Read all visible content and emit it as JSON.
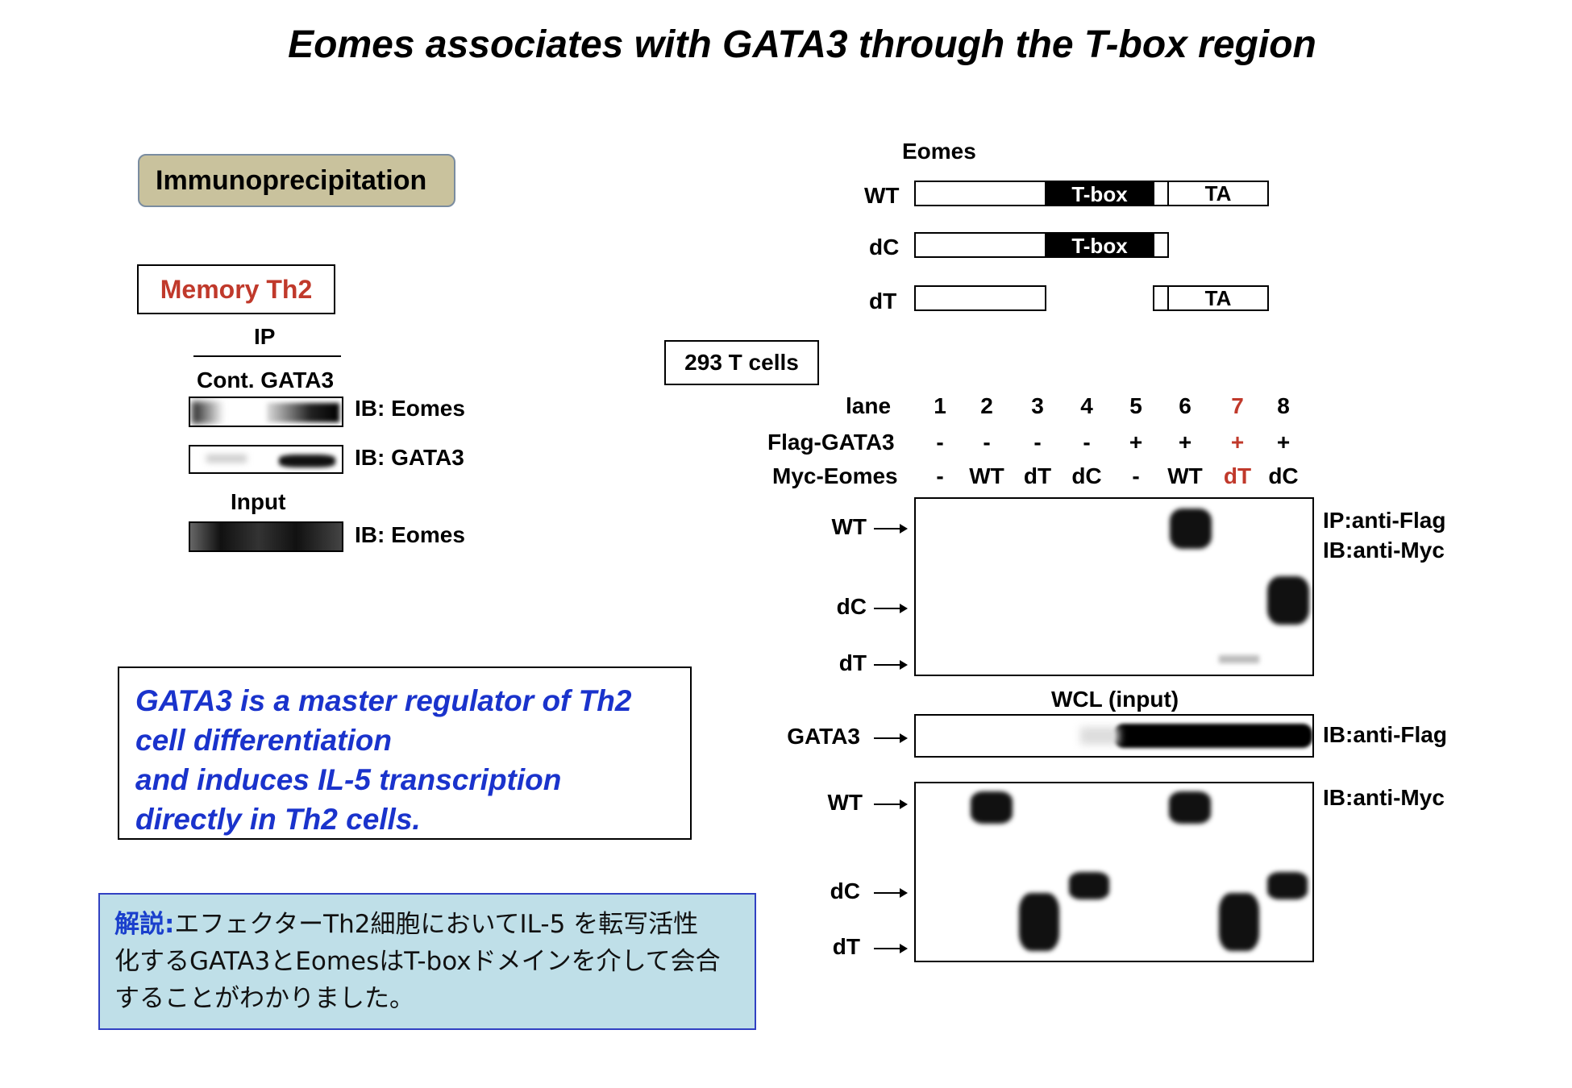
{
  "title": "Eomes associates with GATA3 through the T-box region",
  "left_panel": {
    "header": "Immunoprecipitation",
    "cell_label": "Memory Th2",
    "ip_label": "IP",
    "columns": "Cont. GATA3",
    "ib_eomes": "IB: Eomes",
    "ib_gata3": "IB: GATA3",
    "input_label": "Input",
    "ib_eomes_input": "IB: Eomes"
  },
  "summary_text": {
    "line1": "GATA3 is a master regulator of Th2",
    "line2": "cell differentiation",
    "line3": "and induces IL-5 transcription",
    "line4": "directly in Th2 cells."
  },
  "explanation": {
    "head": "解説:",
    "line1": "エフェクターTh2細胞においてIL-5 を転写活性",
    "line2": "化するGATA3とEomesはT-boxドメインを介して会合",
    "line3": "することがわかりました。"
  },
  "construct": {
    "title": "Eomes",
    "rows": [
      "WT",
      "dC",
      "dT"
    ],
    "tbox": "T-box",
    "ta": "TA"
  },
  "cells_label": "293 T cells",
  "lanes": {
    "label": "lane",
    "numbers": [
      "1",
      "2",
      "3",
      "4",
      "5",
      "6",
      "7",
      "8"
    ],
    "flag_label": "Flag-GATA3",
    "flag": [
      "-",
      "-",
      "-",
      "-",
      "+",
      "+",
      "+",
      "+"
    ],
    "myc_label": "Myc-Eomes",
    "myc": [
      "-",
      "WT",
      "dT",
      "dC",
      "-",
      "WT",
      "dT",
      "dC"
    ],
    "highlight_color": "#c0392b"
  },
  "blots": {
    "ip_markers": [
      "WT",
      "dC",
      "dT"
    ],
    "ip_right1": "IP:anti-Flag",
    "ip_right2": "IB:anti-Myc",
    "wcl_label": "WCL (input)",
    "gata3_marker": "GATA3",
    "gata3_right": "IB:anti-Flag",
    "myc_markers": [
      "WT",
      "dC",
      "dT"
    ],
    "myc_right": "IB:anti-Myc"
  }
}
